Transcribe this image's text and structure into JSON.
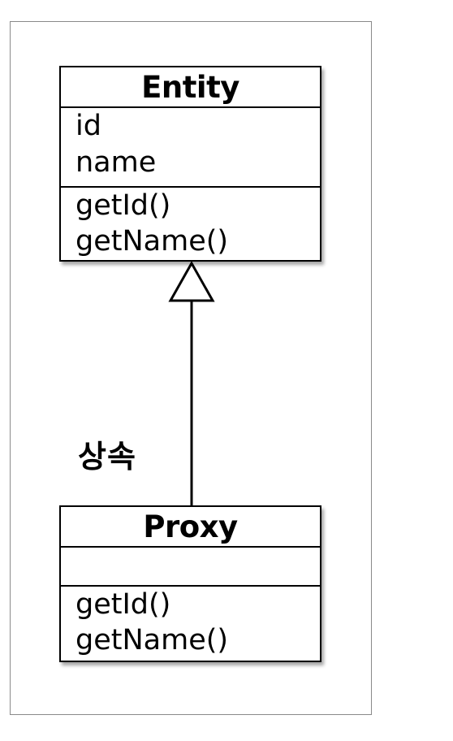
{
  "diagram": {
    "classes": [
      {
        "name": "Entity",
        "attributes": [
          "id",
          "name"
        ],
        "operations": [
          "getId()",
          "getName()"
        ]
      },
      {
        "name": "Proxy",
        "attributes": [],
        "operations": [
          "getId()",
          "getName()"
        ]
      }
    ],
    "relation": {
      "type": "generalization",
      "from": "Proxy",
      "to": "Entity",
      "label": "상속"
    }
  }
}
